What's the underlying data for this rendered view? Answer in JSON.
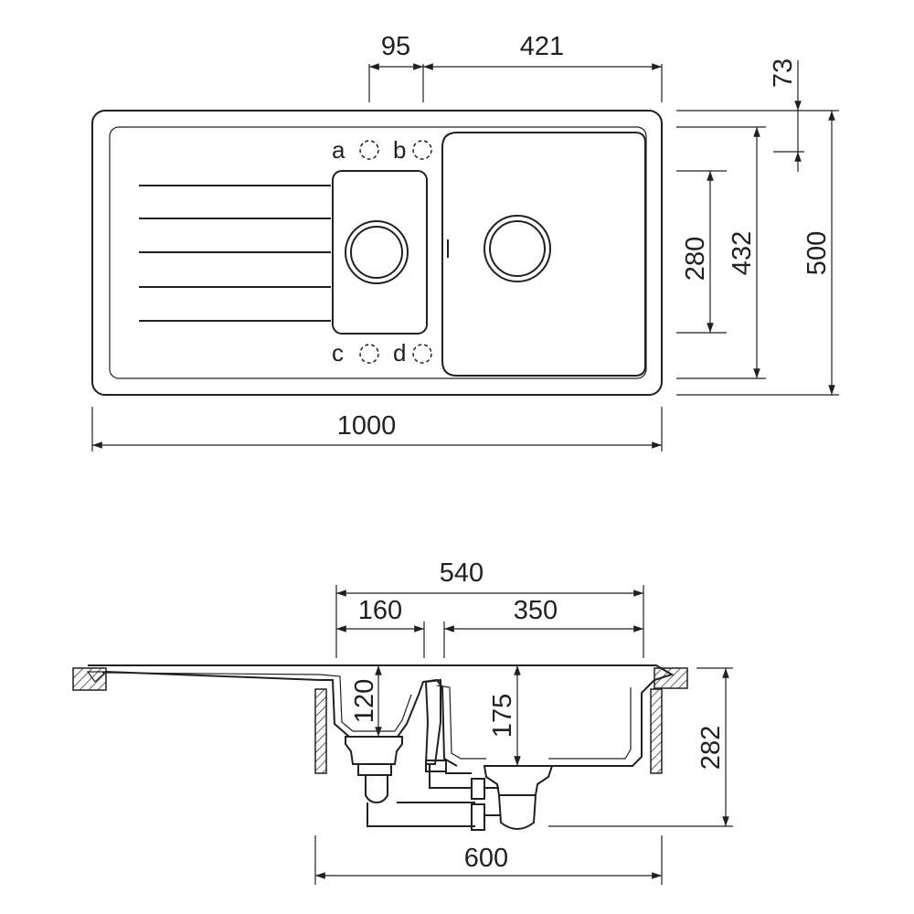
{
  "top_view": {
    "dims": {
      "drainboard_gap": "95",
      "main_bowl_width": "421",
      "rim_offset": "73",
      "bowl_length": "280",
      "inner_depth": "432",
      "overall_depth": "500",
      "overall_width": "1000"
    },
    "tap_holes": [
      "a",
      "b",
      "c",
      "d"
    ]
  },
  "side_view": {
    "dims": {
      "bowls_span": "540",
      "small_bowl_width": "160",
      "large_bowl_width": "350",
      "small_bowl_depth": "120",
      "large_bowl_depth": "175",
      "overall_height": "282",
      "cabinet_width": "600"
    }
  },
  "colors": {
    "line": "#231f20",
    "background": "#ffffff"
  }
}
